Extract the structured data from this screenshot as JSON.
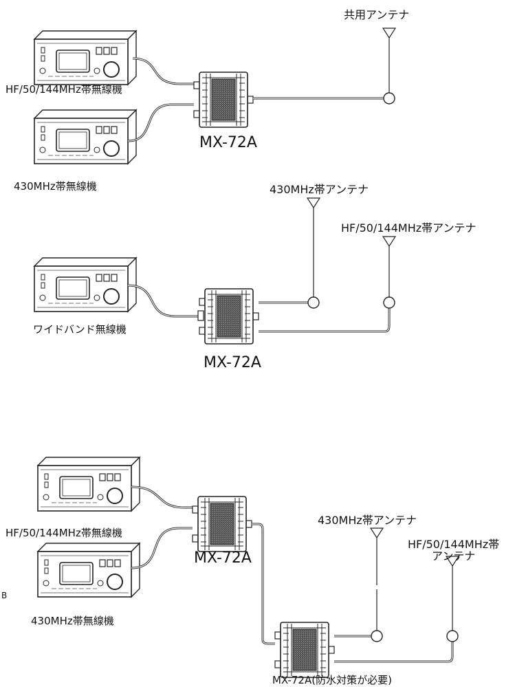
{
  "diagram1": {
    "antenna_label": "共用アンテナ",
    "radio_top_label": "HF/50/144MHz帯無線機",
    "radio_bottom_label": "430MHz帯無線機",
    "duplexer_label": "MX-72A"
  },
  "diagram2": {
    "antenna_430_label": "430MHz帯アンテナ",
    "antenna_hf_label": "HF/50/144MHz帯アンテナ",
    "radio_label": "ワイドバンド無線機",
    "duplexer_label": "MX-72A"
  },
  "diagram3": {
    "radio_top_label": "HF/50/144MHz帯無線機",
    "radio_bottom_label": "430MHz帯無線機",
    "duplexer1_label": "MX-72A",
    "antenna_430_label": "430MHz帯アンテナ",
    "antenna_hf_label_line1": "HF/50/144MHz帯",
    "antenna_hf_label_line2": "アンテナ",
    "duplexer2_label": "MX-72A(防水対策が必要)",
    "margin_mark": "B"
  },
  "icons": [
    "radio-icon",
    "duplexer-icon",
    "antenna-icon"
  ]
}
